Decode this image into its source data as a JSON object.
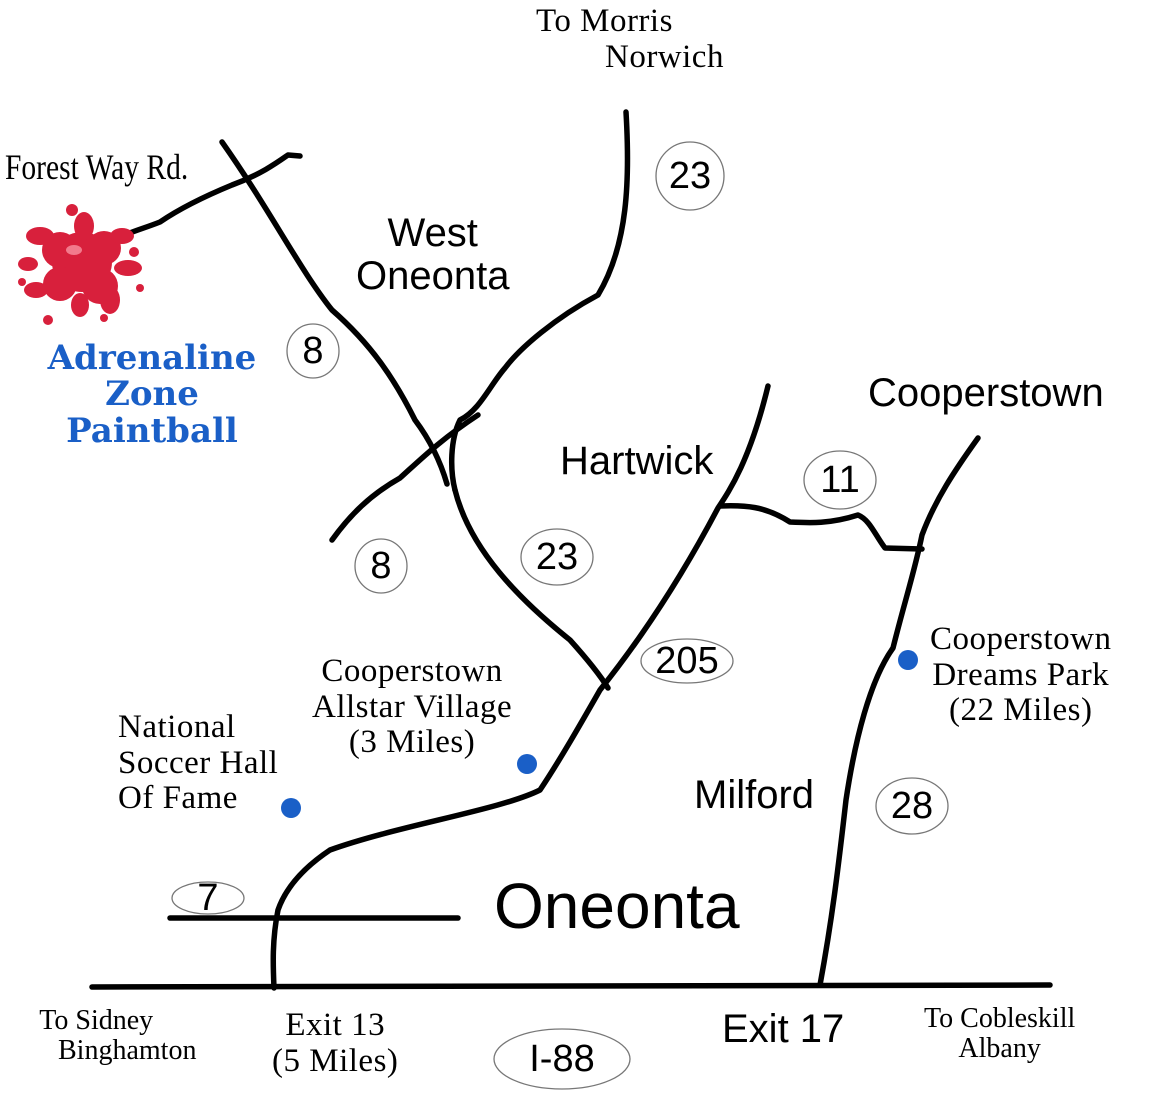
{
  "colors": {
    "brand": "#1a5fc7",
    "marker": "#1a5fc7",
    "splat": "#d8203c",
    "road": "#000000"
  },
  "icons": {
    "logo": "paint-splat-icon"
  },
  "brand": {
    "line1": "Adrenaline",
    "line2": "Zone",
    "line3": "Paintball"
  },
  "labels": {
    "to_morris_1": "To Morris",
    "to_morris_2": "Norwich",
    "forest_way": "Forest Way Rd.",
    "west_oneonta_1": "West",
    "west_oneonta_2": "Oneonta",
    "cooperstown": "Cooperstown",
    "hartwick": "Hartwick",
    "allstar_1": "Cooperstown",
    "allstar_2": "Allstar Village",
    "allstar_3": "(3 Miles)",
    "dreams_1": "Cooperstown",
    "dreams_2": "Dreams Park",
    "dreams_3": "(22 Miles)",
    "soccer_1": "National",
    "soccer_2": "Soccer Hall",
    "soccer_3": "Of Fame",
    "milford": "Milford",
    "oneonta": "Oneonta",
    "to_sidney_1": "To Sidney",
    "to_sidney_2": "Binghamton",
    "exit13_1": "Exit 13",
    "exit13_2": "(5 Miles)",
    "exit17": "Exit 17",
    "to_cobleskill_1": "To Cobleskill",
    "to_cobleskill_2": "Albany"
  },
  "shields": {
    "route23_north": "23",
    "route8_north": "8",
    "route11": "11",
    "route8_south": "8",
    "route23_south": "23",
    "route205": "205",
    "route28": "28",
    "route7": "7",
    "i88": "I-88"
  }
}
